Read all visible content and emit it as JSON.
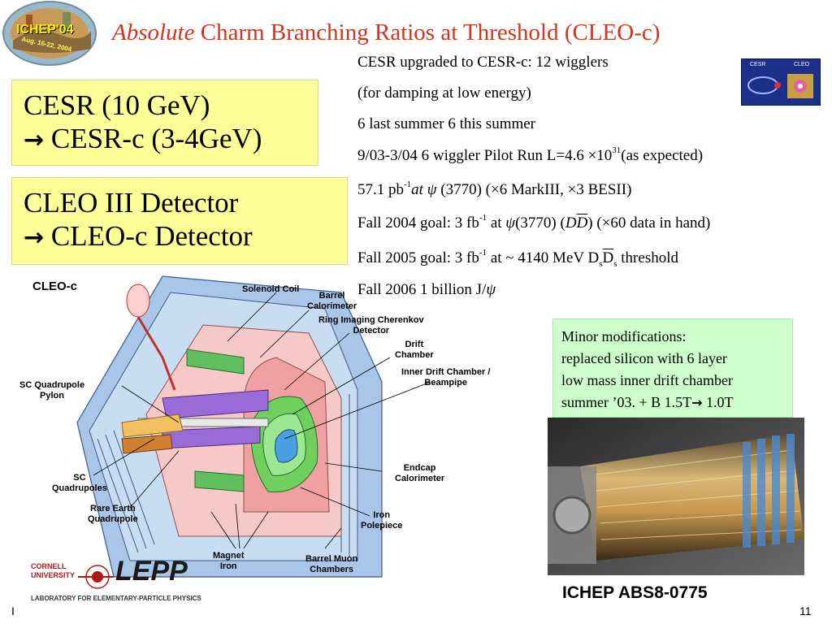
{
  "title": {
    "italic": "Absolute",
    "rest": "Charm Branching Ratios at Threshold (CLEO-c)"
  },
  "logo": {
    "line1": "ICHEP'04",
    "line2": "Aug. 16-22, 2004"
  },
  "boxes": {
    "cesr_line1": "CESR (10 GeV)",
    "cesr_line2": "CESR-c (3-4GeV)",
    "cleo_line1": "CLEO III Detector",
    "cleo_line2": "CLEO-c Detector",
    "arrow_glyph": "→"
  },
  "text": {
    "l1": "CESR upgraded to CESR-c: 12 wigglers",
    "l2": "(for damping at low energy)",
    "l3": "6 last summer 6 this summer",
    "l4a": "9/03-3/04 6 wiggler Pilot Run L=4.6  ×10",
    "l4sup": "31",
    "l4b": "(as expected)",
    "l5a": "57.1 pb",
    "l5sup": "-1",
    "l5at": "at",
    "l5psi": "ψ",
    "l5b": "(3770) (×6 MarkIII, ×3 BESII)",
    "l6a": "Fall 2004 goal: 3 fb",
    "l6sup": "-1",
    "l6b": " at ",
    "l6psi": "ψ",
    "l6c": "(3770) (",
    "l6d1": "D",
    "l6d2": "D",
    "l6e": ") (×60 data in hand)",
    "l7a": "Fall 2005 goal: 3 fb",
    "l7sup": "-1",
    "l7b": " at ~ 4140  MeV D",
    "l7s1": "s",
    "l7d": "D",
    "l7s2": "s",
    "l7c": " threshold",
    "l8a": "Fall 2006 1 billion J/",
    "l8psi": "ψ"
  },
  "cesr_cleo_logo": {
    "left": "CESR",
    "right": "CLEO"
  },
  "green_box": {
    "l1": "Minor modifications:",
    "l2": "replaced silicon with 6 layer",
    "l3": "low mass inner drift chamber",
    "l4": "summer ’03. + B 1.5T",
    "l4arrow": "→",
    "l4b": " 1.0T"
  },
  "diagram": {
    "title": "CLEO-c",
    "labels": {
      "solenoid": "Solenoid Coil",
      "barrel_cal": "Barrel\nCalorimeter",
      "rich": "Ring Imaging Cherenkov\nDetector",
      "drift": "Drift\nChamber",
      "inner_drift": "Inner Drift Chamber /\nBeampipe",
      "sc_quad_pylon": "SC Quadrupole\nPylon",
      "sc_quads": "SC\nQuadrupoles",
      "rare_earth": "Rare Earth\nQuadrupole",
      "endcap_cal": "Endcap\nCalorimeter",
      "iron_pole": "Iron\nPolepiece",
      "magnet_iron": "Magnet\nIron",
      "muon": "Barrel Muon\nChambers"
    }
  },
  "lepp": {
    "cornell": "CORNELL",
    "university": "UNIVERSITY",
    "lepp": "LEPP",
    "sub": "LABORATORY FOR ELEMENTARY-PARTICLE PHYSICS"
  },
  "abs_label": "ICHEP ABS8-0775",
  "page_number": "11",
  "page_mark": "I"
}
